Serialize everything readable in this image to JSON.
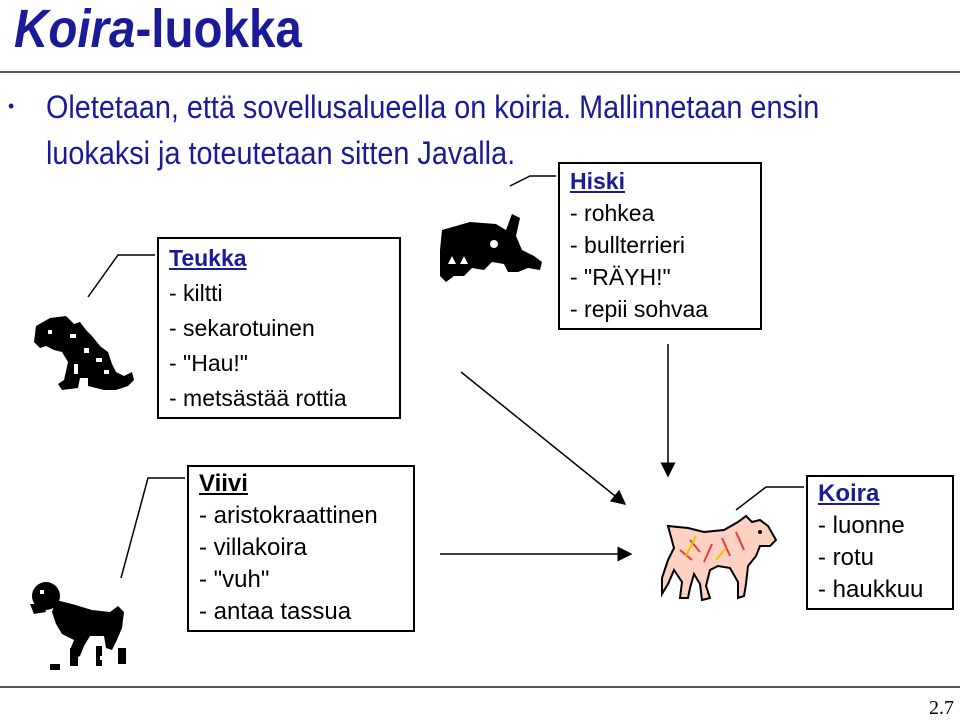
{
  "title": {
    "italic": "Koira",
    "rest": "-luokka"
  },
  "intro": "Oletetaan, että sovellusalueella on koiria. Mallinnetaan ensin luokaksi ja toteutetaan sitten Javalla.",
  "objects": {
    "teukka": {
      "name": "Teukka",
      "lines": [
        "- kiltti",
        "- sekarotuinen",
        "- \"Hau!\"",
        "- metsästää rottia"
      ]
    },
    "hiski": {
      "name": "Hiski",
      "lines": [
        "- rohkea",
        "- bullterrieri",
        "- \"RÄYH!\"",
        "- repii sohvaa"
      ]
    },
    "viivi": {
      "name": "Viivi",
      "lines": [
        "- aristokraattinen",
        "- villakoira",
        "- \"vuh\"",
        "- antaa tassua"
      ]
    }
  },
  "class_box": {
    "name": "Koira",
    "lines": [
      "- luonne",
      "- rotu",
      "- haukkuu"
    ]
  },
  "page_number": "2.7",
  "icons": [
    "sitting-dog-icon",
    "bullterrier-icon",
    "poodle-icon",
    "colored-dog-icon"
  ],
  "colors": {
    "title": "#1b1b9a",
    "text": "#1b1b9a",
    "rule": "#555555"
  }
}
